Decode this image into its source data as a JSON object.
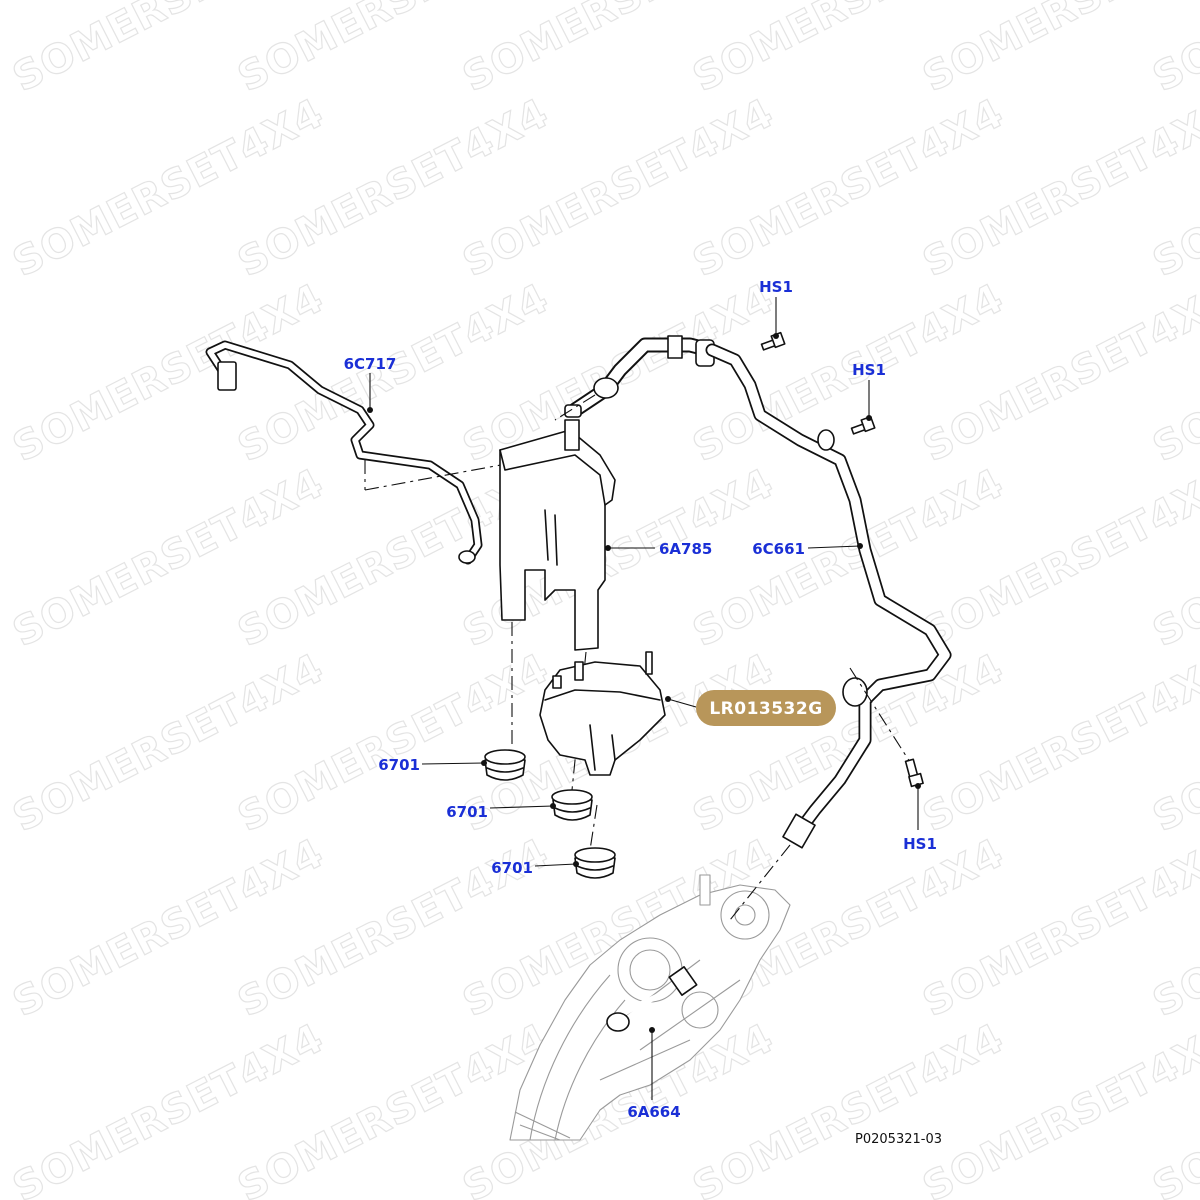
{
  "watermark": {
    "text": "SOMERSET4X4"
  },
  "callouts": {
    "hs1_top": "HS1",
    "hs1_mid": "HS1",
    "hs1_bottom": "HS1",
    "p6c717": "6C717",
    "p6a785": "6A785",
    "p6c661": "6C661",
    "p6701_a": "6701",
    "p6701_b": "6701",
    "p6701_c": "6701",
    "p6a664": "6A664"
  },
  "highlighted_part": {
    "label": "LR013532G",
    "color": "#b8965a"
  },
  "reference_code": "P0205321-03",
  "colors": {
    "callout": "#1a2fd6",
    "line": "#111111"
  }
}
